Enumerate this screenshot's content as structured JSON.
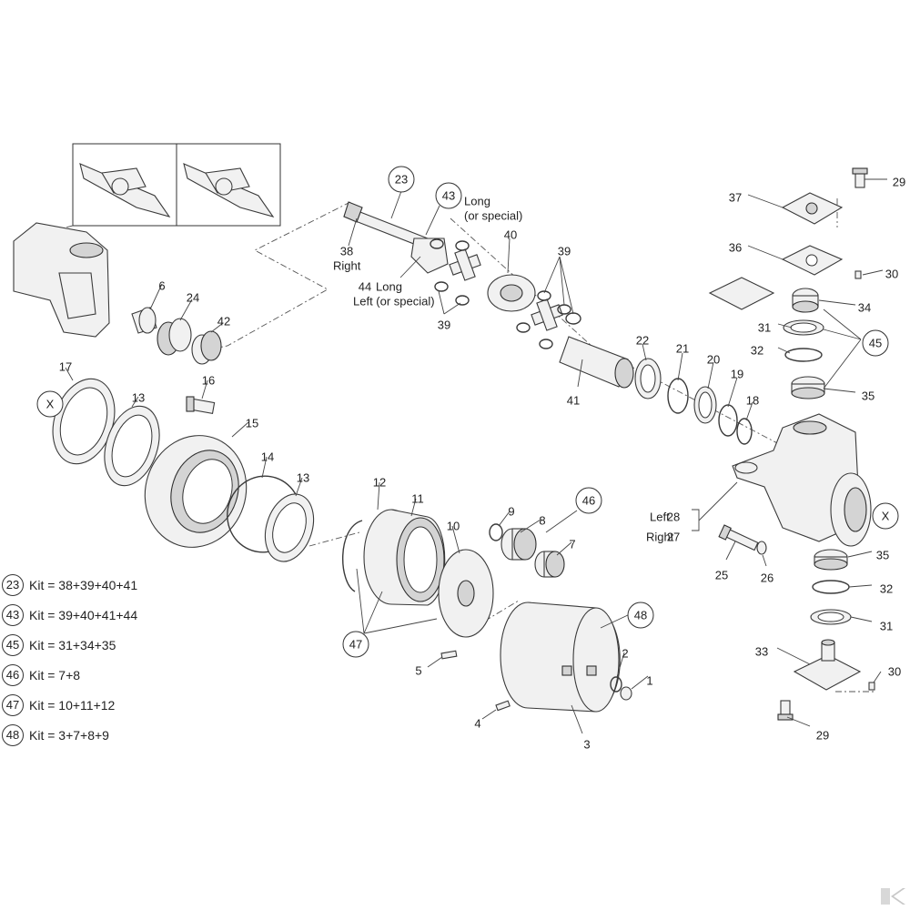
{
  "callouts": [
    {
      "id": "c23",
      "label": "23",
      "circled": true
    },
    {
      "id": "c43",
      "label": "43",
      "circled": true
    },
    {
      "id": "c43n",
      "label": "Long",
      "circled": false
    },
    {
      "id": "c43n2",
      "label": "(or special)",
      "circled": false
    },
    {
      "id": "c38",
      "label": "38",
      "circled": false
    },
    {
      "id": "c38n",
      "label": "Right",
      "circled": false
    },
    {
      "id": "c44",
      "label": "44",
      "circled": false
    },
    {
      "id": "c44n",
      "label": "Long",
      "circled": false
    },
    {
      "id": "c44n2",
      "label": "Left (or special)",
      "circled": false
    },
    {
      "id": "c40",
      "label": "40",
      "circled": false
    },
    {
      "id": "c39a",
      "label": "39",
      "circled": false
    },
    {
      "id": "c39b",
      "label": "39",
      "circled": false
    },
    {
      "id": "c41",
      "label": "41",
      "circled": false
    },
    {
      "id": "c22",
      "label": "22",
      "circled": false
    },
    {
      "id": "c21",
      "label": "21",
      "circled": false
    },
    {
      "id": "c20",
      "label": "20",
      "circled": false
    },
    {
      "id": "c19",
      "label": "19",
      "circled": false
    },
    {
      "id": "c18",
      "label": "18",
      "circled": false
    },
    {
      "id": "c29a",
      "label": "29",
      "circled": false
    },
    {
      "id": "c37",
      "label": "37",
      "circled": false
    },
    {
      "id": "c36",
      "label": "36",
      "circled": false
    },
    {
      "id": "c30a",
      "label": "30",
      "circled": false
    },
    {
      "id": "c34",
      "label": "34",
      "circled": false
    },
    {
      "id": "c31a",
      "label": "31",
      "circled": false
    },
    {
      "id": "c45",
      "label": "45",
      "circled": true
    },
    {
      "id": "c32a",
      "label": "32",
      "circled": false
    },
    {
      "id": "c35a",
      "label": "35",
      "circled": false
    },
    {
      "id": "c28l",
      "label": "Left",
      "circled": false
    },
    {
      "id": "c28",
      "label": "28",
      "circled": false
    },
    {
      "id": "c27l",
      "label": "Right",
      "circled": false
    },
    {
      "id": "c27",
      "label": "27",
      "circled": false
    },
    {
      "id": "cX2",
      "label": "X",
      "circled": true
    },
    {
      "id": "c25",
      "label": "25",
      "circled": false
    },
    {
      "id": "c26",
      "label": "26",
      "circled": false
    },
    {
      "id": "c35b",
      "label": "35",
      "circled": false
    },
    {
      "id": "c32b",
      "label": "32",
      "circled": false
    },
    {
      "id": "c31b",
      "label": "31",
      "circled": false
    },
    {
      "id": "c33",
      "label": "33",
      "circled": false
    },
    {
      "id": "c30b",
      "label": "30",
      "circled": false
    },
    {
      "id": "c29b",
      "label": "29",
      "circled": false
    },
    {
      "id": "c6",
      "label": "6",
      "circled": false
    },
    {
      "id": "c24",
      "label": "24",
      "circled": false
    },
    {
      "id": "c42",
      "label": "42",
      "circled": false
    },
    {
      "id": "c17",
      "label": "17",
      "circled": false
    },
    {
      "id": "cX1",
      "label": "X",
      "circled": true
    },
    {
      "id": "c13a",
      "label": "13",
      "circled": false
    },
    {
      "id": "c16",
      "label": "16",
      "circled": false
    },
    {
      "id": "c15",
      "label": "15",
      "circled": false
    },
    {
      "id": "c14",
      "label": "14",
      "circled": false
    },
    {
      "id": "c13b",
      "label": "13",
      "circled": false
    },
    {
      "id": "c12",
      "label": "12",
      "circled": false
    },
    {
      "id": "c11",
      "label": "11",
      "circled": false
    },
    {
      "id": "c10",
      "label": "10",
      "circled": false
    },
    {
      "id": "c9",
      "label": "9",
      "circled": false
    },
    {
      "id": "c8",
      "label": "8",
      "circled": false
    },
    {
      "id": "c46",
      "label": "46",
      "circled": true
    },
    {
      "id": "c7",
      "label": "7",
      "circled": false
    },
    {
      "id": "c47",
      "label": "47",
      "circled": true
    },
    {
      "id": "c48",
      "label": "48",
      "circled": true
    },
    {
      "id": "c5",
      "label": "5",
      "circled": false
    },
    {
      "id": "c2",
      "label": "2",
      "circled": false
    },
    {
      "id": "c1",
      "label": "1",
      "circled": false
    },
    {
      "id": "c4",
      "label": "4",
      "circled": false
    },
    {
      "id": "c3",
      "label": "3",
      "circled": false
    }
  ],
  "kits": [
    {
      "badge": "23",
      "text": "Kit = 38+39+40+41"
    },
    {
      "badge": "43",
      "text": "Kit = 39+40+41+44"
    },
    {
      "badge": "45",
      "text": "Kit = 31+34+35"
    },
    {
      "badge": "46",
      "text": "Kit = 7+8"
    },
    {
      "badge": "47",
      "text": "Kit = 10+11+12"
    },
    {
      "badge": "48",
      "text": "Kit = 3+7+8+9"
    }
  ],
  "colors": {
    "line": "#3a3a3a",
    "fill": "#f1f1f1",
    "background": "#ffffff"
  },
  "icons": {
    "brand": "brand-logo-icon"
  }
}
